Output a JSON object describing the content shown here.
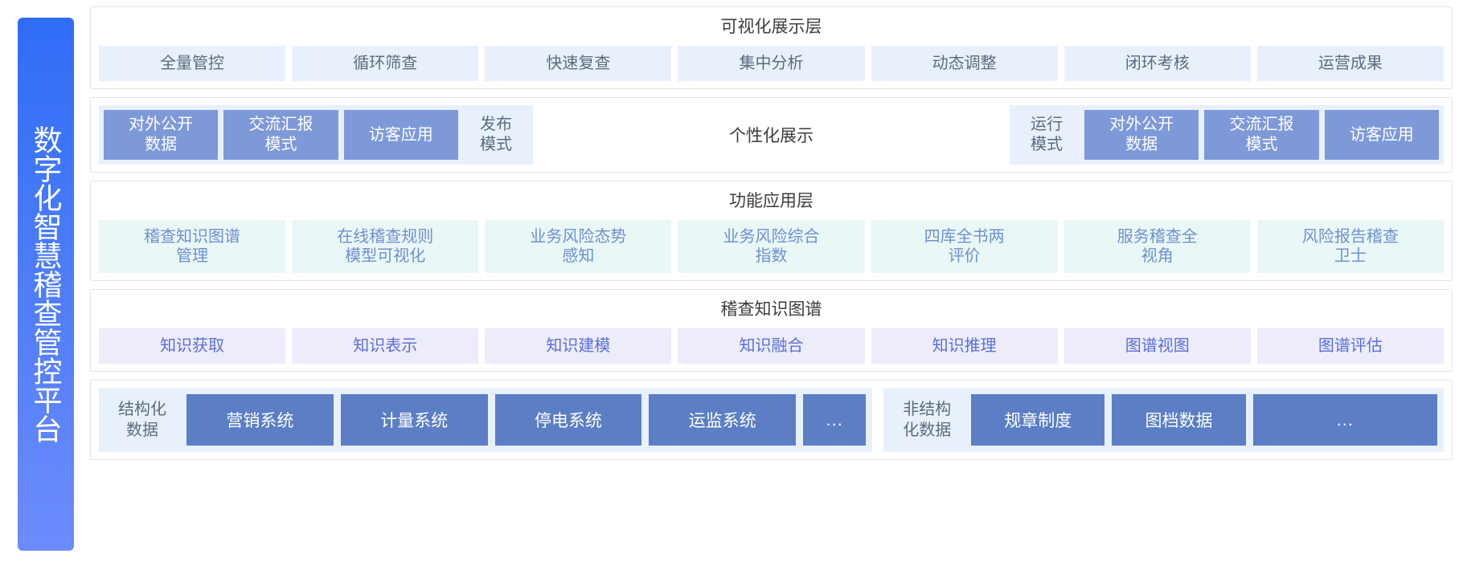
{
  "platform": {
    "vertical_title": "数字化智慧稽查管控平台",
    "accent_start": "#2f6df6",
    "accent_end": "#6d8bfb"
  },
  "layers": {
    "visualization": {
      "title": "可视化展示层",
      "items": [
        "全量管控",
        "循环筛查",
        "快速复查",
        "集中分析",
        "动态调整",
        "闭环考核",
        "运营成果"
      ]
    },
    "modes": {
      "center_label": "个性化展示",
      "left_group": [
        {
          "label": "对外公开\n数据",
          "style": "solid"
        },
        {
          "label": "交流汇报\n模式",
          "style": "solid"
        },
        {
          "label": "访客应用",
          "style": "solid"
        },
        {
          "label": "发布\n模式",
          "style": "ghost"
        }
      ],
      "right_group": [
        {
          "label": "运行\n模式",
          "style": "ghost"
        },
        {
          "label": "对外公开\n数据",
          "style": "solid"
        },
        {
          "label": "交流汇报\n模式",
          "style": "solid"
        },
        {
          "label": "访客应用",
          "style": "solid"
        }
      ]
    },
    "function": {
      "title": "功能应用层",
      "items": [
        "稽查知识图谱\n管理",
        "在线稽查规则\n模型可视化",
        "业务风险态势\n感知",
        "业务风险综合\n指数",
        "四库全书两\n评价",
        "服务稽查全\n视角",
        "风险报告稽查\n卫士"
      ]
    },
    "knowledge_graph": {
      "title": "稽查知识图谱",
      "items": [
        "知识获取",
        "知识表示",
        "知识建模",
        "知识融合",
        "知识推理",
        "图谱视图",
        "图谱评估"
      ]
    },
    "data_sources": {
      "structured": {
        "label": "结构化\n数据",
        "items": [
          "营销系统",
          "计量系统",
          "停电系统",
          "运监系统",
          "..."
        ]
      },
      "unstructured": {
        "label": "非结构\n化数据",
        "items": [
          "规章制度",
          "图档数据",
          "..."
        ]
      }
    }
  },
  "colors": {
    "chip_visual_bg": "#e8f1fb",
    "chip_function_bg": "#e9f8f6",
    "chip_kg_bg": "#ececfb",
    "mode_solid_bg": "#7e99d8",
    "data_box_bg": "#5b7ec4",
    "band_border": "#e2e4e8"
  }
}
